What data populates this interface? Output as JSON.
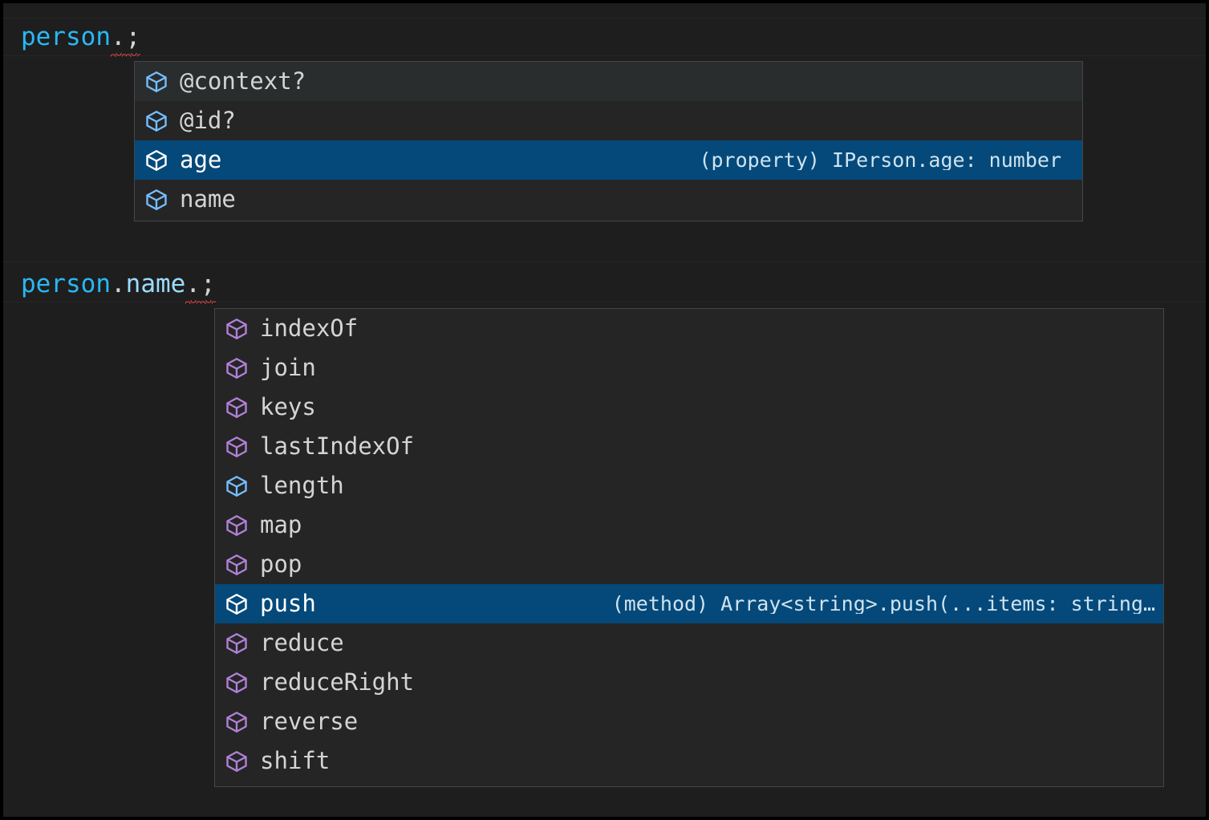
{
  "theme": {
    "editor_background": "#1e1e1e",
    "widget_background": "#252526",
    "widget_border": "#454545",
    "selection_background": "#04497a",
    "hover_background": "#2a2d2e",
    "text_color": "#d4d4d4",
    "variable_color": "#29b8f5",
    "property_color": "#9cdcfe",
    "icon_property_color": "#75beff",
    "icon_method_color": "#b180d7",
    "icon_selected_color": "#ffffff",
    "error_squiggle_color": "#f14c4c"
  },
  "editor": {
    "lines": [
      {
        "id": "line-person",
        "tokens": [
          {
            "text": "person",
            "kind": "variable"
          },
          {
            "text": ".",
            "kind": "punctuation",
            "error": true
          },
          {
            "text": ";",
            "kind": "punctuation",
            "error": true
          }
        ]
      },
      {
        "id": "line-person-name",
        "tokens": [
          {
            "text": "person",
            "kind": "variable"
          },
          {
            "text": ".",
            "kind": "punctuation"
          },
          {
            "text": "name",
            "kind": "property"
          },
          {
            "text": ".",
            "kind": "punctuation",
            "error": true
          },
          {
            "text": ";",
            "kind": "punctuation",
            "error": true
          }
        ]
      }
    ]
  },
  "popups": [
    {
      "id": "popup-person",
      "name": "suggest-widget-person",
      "items": [
        {
          "label": "@context?",
          "icon": "cube-property-icon",
          "icon_kind": "property",
          "state": "hovered",
          "detail": ""
        },
        {
          "label": "@id?",
          "icon": "cube-property-icon",
          "icon_kind": "property",
          "state": "normal",
          "detail": ""
        },
        {
          "label": "age",
          "icon": "cube-property-icon",
          "icon_kind": "property",
          "state": "selected",
          "detail": "(property) IPerson.age: number"
        },
        {
          "label": "name",
          "icon": "cube-property-icon",
          "icon_kind": "property",
          "state": "normal",
          "detail": ""
        }
      ]
    },
    {
      "id": "popup-name",
      "name": "suggest-widget-name",
      "items": [
        {
          "label": "indexOf",
          "icon": "cube-method-icon",
          "icon_kind": "method",
          "state": "normal",
          "detail": ""
        },
        {
          "label": "join",
          "icon": "cube-method-icon",
          "icon_kind": "method",
          "state": "normal",
          "detail": ""
        },
        {
          "label": "keys",
          "icon": "cube-method-icon",
          "icon_kind": "method",
          "state": "normal",
          "detail": ""
        },
        {
          "label": "lastIndexOf",
          "icon": "cube-method-icon",
          "icon_kind": "method",
          "state": "normal",
          "detail": ""
        },
        {
          "label": "length",
          "icon": "cube-property-icon",
          "icon_kind": "property",
          "state": "normal",
          "detail": ""
        },
        {
          "label": "map",
          "icon": "cube-method-icon",
          "icon_kind": "method",
          "state": "normal",
          "detail": ""
        },
        {
          "label": "pop",
          "icon": "cube-method-icon",
          "icon_kind": "method",
          "state": "normal",
          "detail": ""
        },
        {
          "label": "push",
          "icon": "cube-method-icon",
          "icon_kind": "method",
          "state": "selected",
          "detail": "(method) Array<string>.push(...items: string…"
        },
        {
          "label": "reduce",
          "icon": "cube-method-icon",
          "icon_kind": "method",
          "state": "normal",
          "detail": ""
        },
        {
          "label": "reduceRight",
          "icon": "cube-method-icon",
          "icon_kind": "method",
          "state": "normal",
          "detail": ""
        },
        {
          "label": "reverse",
          "icon": "cube-method-icon",
          "icon_kind": "method",
          "state": "normal",
          "detail": ""
        },
        {
          "label": "shift",
          "icon": "cube-method-icon",
          "icon_kind": "method",
          "state": "normal",
          "detail": ""
        }
      ]
    }
  ]
}
